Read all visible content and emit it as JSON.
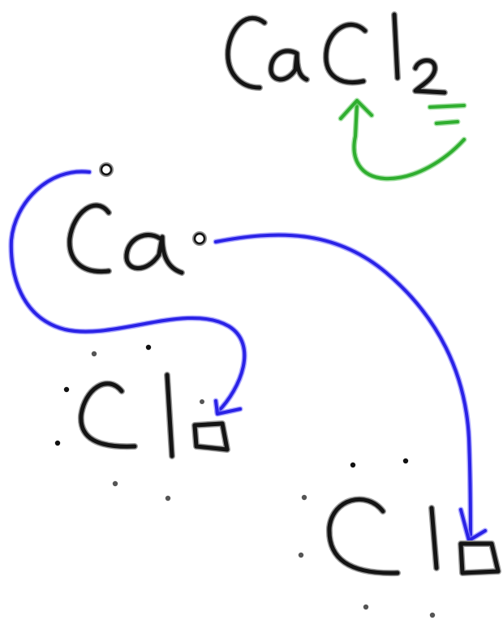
{
  "formula": {
    "metal": "Ca",
    "nonmetal": "Cl",
    "subscript": "2"
  },
  "atoms": {
    "calcium": "Ca",
    "chlorine_left": "Cl",
    "chlorine_right": "Cl"
  },
  "colors": {
    "ink": "#141414",
    "electron_transfer_arrows": "#2a22e6",
    "subscript_arrow": "#2fae2f"
  },
  "icons": {
    "electron_vacancy": "open-square",
    "valence_electron": "dot"
  }
}
